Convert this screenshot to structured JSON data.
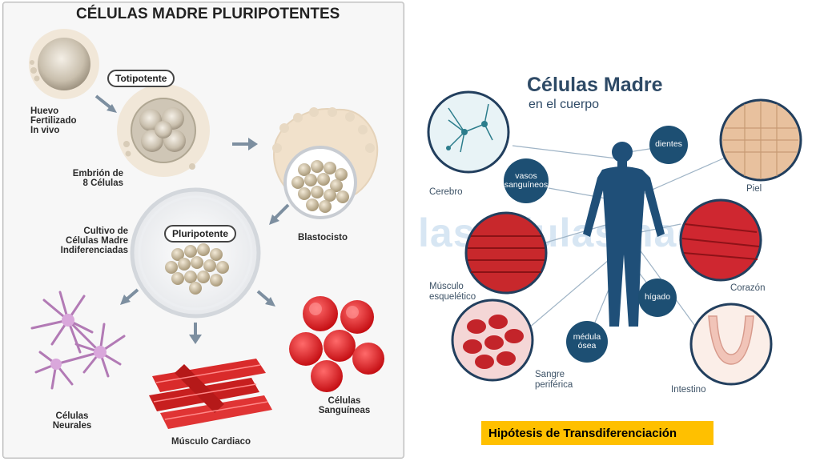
{
  "left": {
    "title": "CÉLULAS MADRE PLURIPOTENTES",
    "totipotente": "Totipotente",
    "pluripotente": "Pluripotente",
    "huevo": [
      "Huevo",
      "Fertilizado",
      "In vivo"
    ],
    "embrion": [
      "Embrión de",
      "8 Células"
    ],
    "blastocisto": "Blastocisto",
    "cultivo": [
      "Cultivo de",
      "Células Madre",
      "Indiferenciadas"
    ],
    "neurales": [
      "Células",
      "Neurales"
    ],
    "musculo_cardiaco": "Músculo Cardiaco",
    "sanguineas": [
      "Células",
      "Sanguíneas"
    ]
  },
  "right": {
    "title": "Células Madre",
    "subtitle": "en el cuerpo",
    "watermark": "lascelulasmadres",
    "labels": {
      "cerebro": "Cerebro",
      "piel": "Piel",
      "musculo": [
        "Músculo",
        "esquelético"
      ],
      "corazon": "Corazón",
      "sangre": [
        "Sangre",
        "periférica"
      ],
      "intestino": "Intestino"
    },
    "bubbles": {
      "dientes": "dientes",
      "vasos": [
        "vasos",
        "sanguíneos"
      ],
      "higado": "hígado",
      "medula": [
        "médula",
        "ósea"
      ]
    }
  },
  "caption": "Hipótesis de Transdiferenciación"
}
